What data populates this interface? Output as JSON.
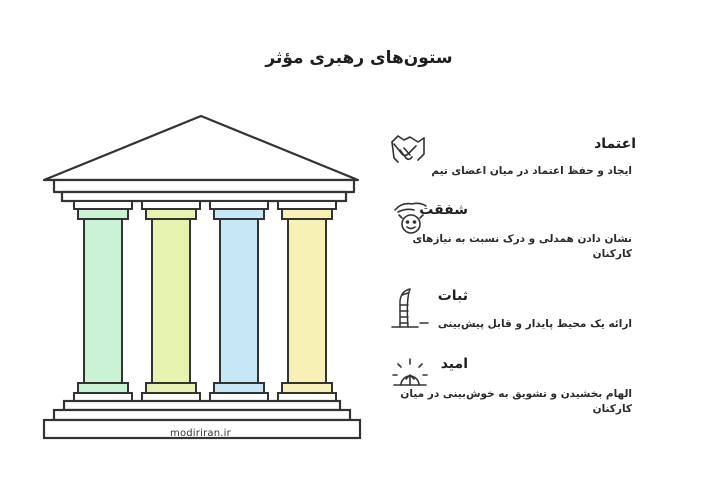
{
  "title": "ستون‌های رهبری مؤثر",
  "watermark": "modiriran.ir",
  "colors": {
    "pillar1": "#c9f3d4",
    "pillar2": "#e6f3b0",
    "pillar3": "#c6e8f6",
    "pillar4": "#f8f1b6",
    "stroke": "#333333"
  },
  "pillars": [
    {
      "title": "اعتماد",
      "description": "ایجاد و حفظ اعتماد در میان اعضای تیم",
      "icon": "handshake-icon"
    },
    {
      "title": "شفقت",
      "description": "نشان دادن همدلی و درک نسبت به نیازهای کارکنان",
      "icon": "caring-hand-icon"
    },
    {
      "title": "ثبات",
      "description": "ارائه یک محیط پایدار و قابل پیش‌بینی",
      "icon": "tower-icon"
    },
    {
      "title": "امید",
      "description": "الهام بخشیدن و تشویق به خوش‌بینی در میان کارکنان",
      "icon": "sunrise-icon"
    }
  ]
}
